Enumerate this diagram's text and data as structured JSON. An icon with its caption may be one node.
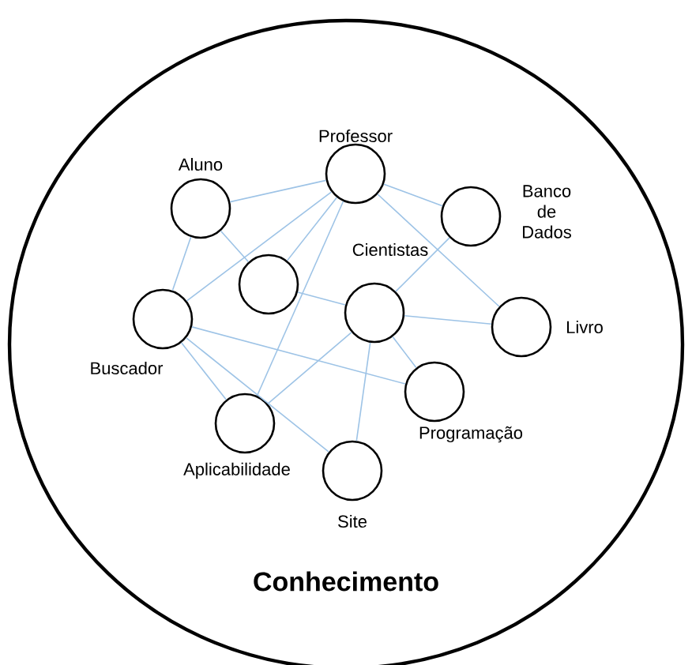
{
  "diagram": {
    "nodes": [
      {
        "text": [
          "Conhecimento"
        ]
      },
      {
        "text": [
          "Professor"
        ],
        "in": 0
      },
      {
        "text": [
          "Aluno"
        ],
        "in": 0
      },
      {
        "text": [
          "Banco de Dados"
        ],
        "in": 0
      },
      {
        "text": [],
        "shape": "circle",
        "in": 0
      },
      {
        "text": [
          "Cientistas"
        ],
        "in": 0
      },
      {
        "text": [
          "Livro"
        ],
        "in": 0
      },
      {
        "text": [
          "Buscador"
        ],
        "in": 0
      },
      {
        "text": [
          "Programação"
        ],
        "in": 0
      },
      {
        "text": [
          "Aplicabilidade"
        ],
        "in": 0
      },
      {
        "text": [
          "Site"
        ],
        "in": 0
      }
    ],
    "edges": [
      {
        "from": 2,
        "to": 1,
        "arrow": "none"
      },
      {
        "from": 2,
        "to": 7,
        "arrow": "none"
      },
      {
        "from": 2,
        "to": 4,
        "arrow": "none"
      },
      {
        "from": 1,
        "to": 7,
        "arrow": "none"
      },
      {
        "from": 1,
        "to": 4,
        "arrow": "none"
      },
      {
        "from": 1,
        "to": 9,
        "arrow": "none"
      },
      {
        "from": 1,
        "to": 3,
        "arrow": "none"
      },
      {
        "from": 1,
        "to": 6,
        "arrow": "none"
      },
      {
        "from": 3,
        "to": 5,
        "arrow": "none"
      },
      {
        "from": 4,
        "to": 5,
        "arrow": "none"
      },
      {
        "from": 5,
        "to": 6,
        "arrow": "none"
      },
      {
        "from": 5,
        "to": 8,
        "arrow": "none"
      },
      {
        "from": 5,
        "to": 10,
        "arrow": "none"
      },
      {
        "from": 5,
        "to": 9,
        "arrow": "none"
      },
      {
        "from": 7,
        "to": 9,
        "arrow": "none"
      },
      {
        "from": 7,
        "to": 10,
        "arrow": "none"
      },
      {
        "from": 7,
        "to": 8,
        "arrow": "none"
      }
    ]
  }
}
